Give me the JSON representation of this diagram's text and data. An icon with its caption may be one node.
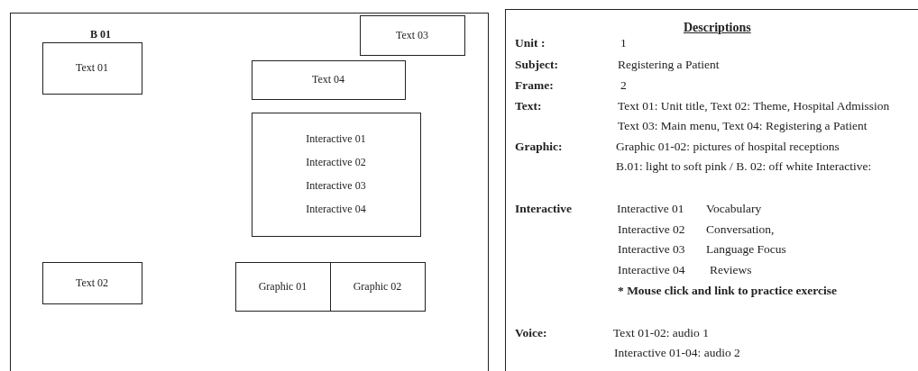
{
  "diagram": {
    "nodes": [
      {
        "text": [
          "B 01"
        ]
      },
      {
        "text": [
          "Text 01"
        ],
        "in": 0
      },
      {
        "text": [
          "Text 03"
        ],
        "in": 0
      },
      {
        "text": [
          "Text 04"
        ],
        "in": 0
      },
      {
        "text": [
          "Interactive 01",
          "Interactive 02",
          "Interactive 03",
          "Interactive 04"
        ],
        "in": 0
      },
      {
        "text": [
          "Text 02"
        ],
        "in": 0
      },
      {
        "text": [
          "Graphic 01"
        ],
        "in": 0
      },
      {
        "text": [
          "Graphic 02"
        ],
        "in": 0
      },
      {
        "text": [
          "Descriptions"
        ]
      }
    ],
    "labels": [
      "Unit :",
      "1",
      "Subject:",
      "Registering a Patient",
      "Frame:",
      "2",
      "Text:",
      "Text 01: Unit title, Text 02: Theme, Hospital Admission",
      "Text 03: Main menu, Text 04: Registering a Patient",
      "Graphic:",
      "Graphic 01-02: pictures of hospital receptions",
      "B.01: light to soft pink / B. 02: off white Interactive:",
      "Interactive",
      "Interactive 01",
      "Vocabulary",
      "Interactive 02",
      "Conversation,",
      "Interactive 03",
      "Language Focus",
      "Interactive 04",
      "Reviews",
      "* Mouse click and link to practice exercise",
      "Voice:",
      "Text 01-02: audio 1",
      "Interactive 01-04: audio 2"
    ]
  }
}
